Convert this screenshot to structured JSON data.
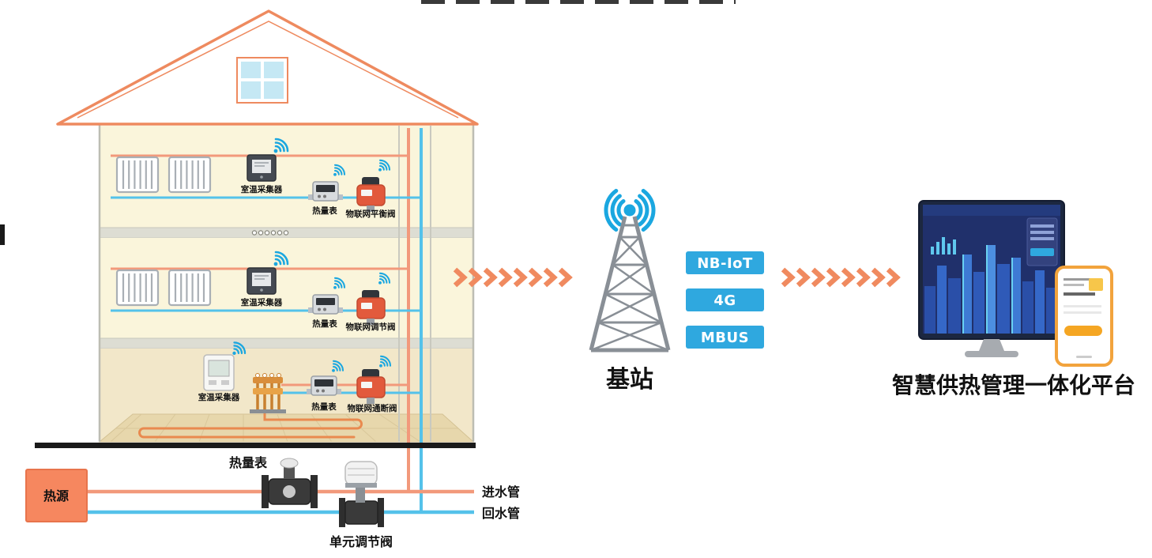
{
  "house": {
    "floors": [
      {
        "collector": "室温采集器",
        "meter": "热量表",
        "valve": "物联网平衡阀"
      },
      {
        "collector": "室温采集器",
        "meter": "热量表",
        "valve": "物联网调节阀"
      },
      {
        "collector": "室温采集器",
        "meter": "热量表",
        "valve": "物联网通断阀"
      }
    ]
  },
  "basement": {
    "heat_source": "热源",
    "heat_meter": "热量表",
    "unit_valve": "单元调节阀",
    "inlet_pipe": "进水管",
    "return_pipe": "回水管"
  },
  "network": {
    "base_station": "基站",
    "protocols": [
      "NB-IoT",
      "4G",
      "MBUS"
    ]
  },
  "platform": {
    "title": "智慧供热管理一体化平台"
  },
  "colors": {
    "accent_orange": "#F08A5F",
    "pipe_hot": "#F2997B",
    "pipe_cold": "#54C2EA",
    "signal_blue": "#1BA7E0",
    "badge_blue": "#2FA8DF",
    "heat_source_fill": "#F6875F",
    "tower_gray": "#898F96",
    "wall_cream": "#FAF5DB",
    "screen_navy": "#20306B",
    "phone_orange": "#F2A33C"
  }
}
